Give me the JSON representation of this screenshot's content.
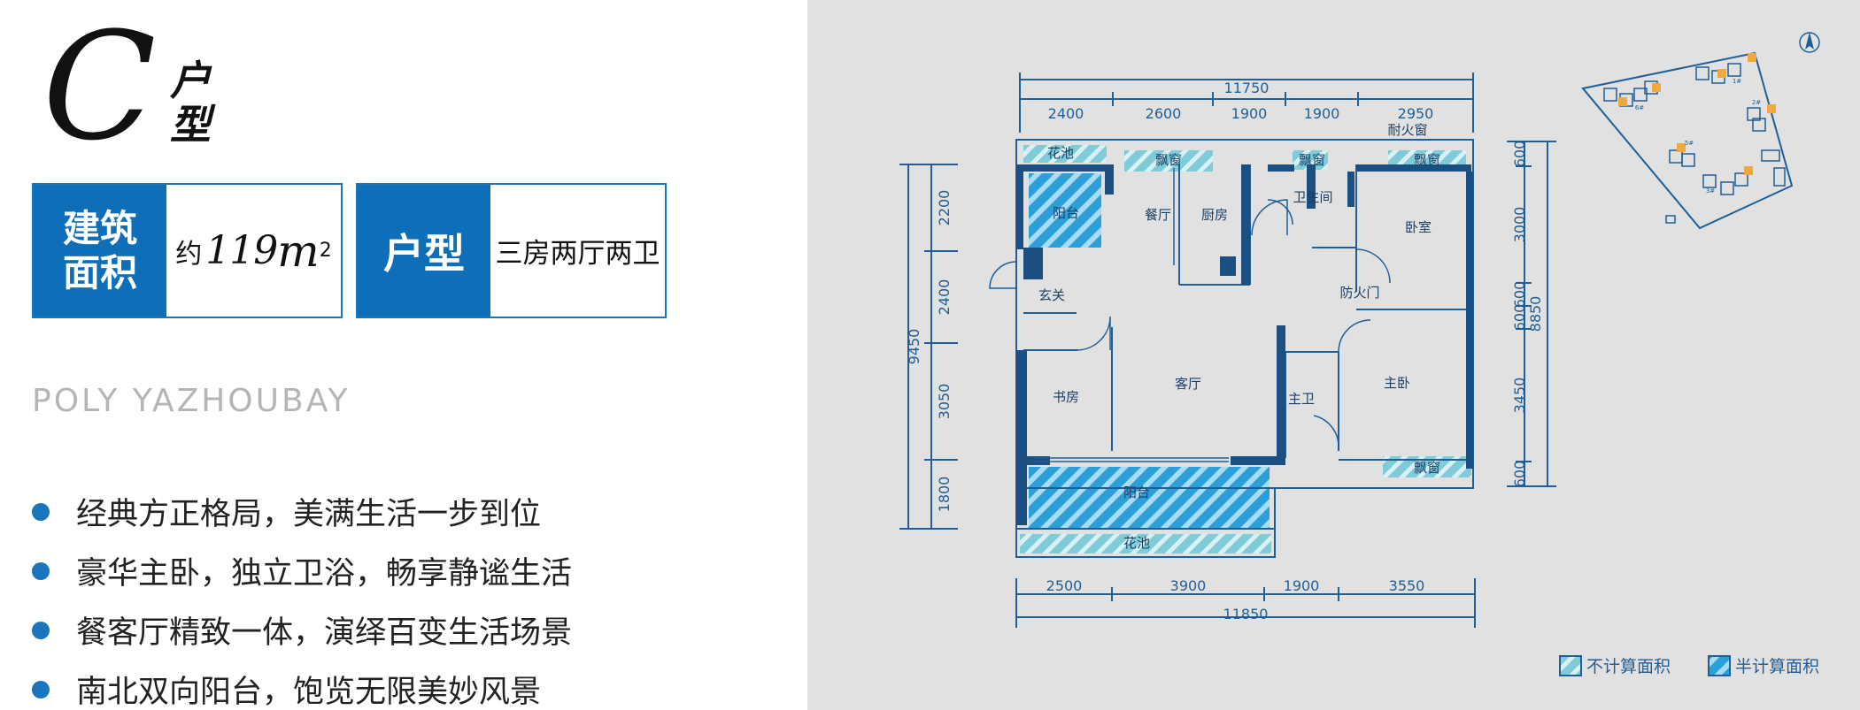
{
  "unit_type": {
    "letter": "C",
    "label": [
      "户",
      "型"
    ]
  },
  "area_box": {
    "label": "建筑面积",
    "prefix": "约",
    "number": "119",
    "unit": "m",
    "sup": "2"
  },
  "layout_box": {
    "label": "户型",
    "value": "三房两厅两卫"
  },
  "english_name": "POLY YAZHOUBAY",
  "features": [
    "经典方正格局，美满生活一步到位",
    "豪华主卧，独立卫浴，畅享静谧生活",
    "餐客厅精致一体，演绎百变生活场景",
    "南北双向阳台，饱览无限美妙风景"
  ],
  "floorplan": {
    "dims_top_total": "11750",
    "dims_top": [
      "2400",
      "2600",
      "1900",
      "1900",
      "2950"
    ],
    "dims_bottom_total": "11850",
    "dims_bottom": [
      "2500",
      "3900",
      "1900",
      "3550"
    ],
    "dims_left_total": "9450",
    "dims_left": [
      "2200",
      "2400",
      "3050",
      "1800"
    ],
    "dims_right_total": "8850",
    "dims_right": [
      "600",
      "3000",
      "600",
      "600",
      "3450",
      "600"
    ],
    "rooms": {
      "flower_bed_top": "花池",
      "bay_window_1": "飘窗",
      "bay_window_2": "飘窗",
      "bay_window_3": "飘窗",
      "bay_window_4": "飘窗",
      "fire_window": "耐火窗",
      "balcony_north": "阳台",
      "dining": "餐厅",
      "kitchen": "厨房",
      "guest_bath": "卫生间",
      "bedroom": "卧室",
      "entrance": "玄关",
      "fire_door": "防火门",
      "study": "书房",
      "living": "客厅",
      "master_bath": "主卫",
      "master_bedroom": "主卧",
      "balcony_south": "阳台",
      "flower_bed_bottom": "花池"
    }
  },
  "siteplan": {
    "buildings": [
      "1#",
      "2#",
      "3#",
      "5#",
      "6#"
    ],
    "compass": "N"
  },
  "legend": [
    {
      "label": "不计算面积",
      "color": "#7fcbd8"
    },
    {
      "label": "半计算面积",
      "color": "#2d9fd8"
    }
  ],
  "colors": {
    "accent": "#0e6fb8",
    "wall": "#1b4f82",
    "line": "#1f5e96",
    "panel_bg": "#e1e1e1"
  }
}
